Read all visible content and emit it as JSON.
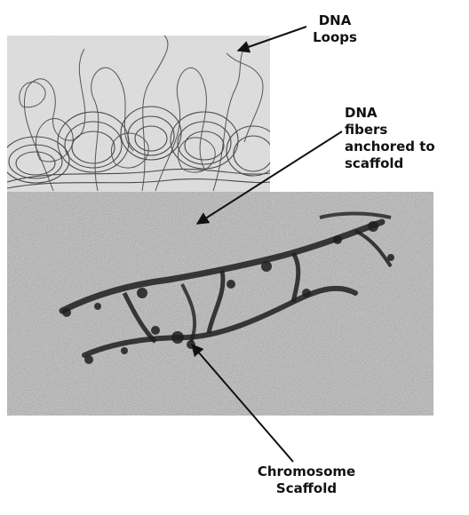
{
  "labels": {
    "dna_loops": [
      "DNA",
      "Loops"
    ],
    "fibers": [
      "DNA",
      "fibers",
      "anchored to",
      "scaffold"
    ],
    "scaffold": [
      "Chromosome",
      "Scaffold"
    ]
  },
  "colors": {
    "background": "#ffffff",
    "text": "#111111",
    "arrow": "#111111",
    "micrograph_top": "#d8d8d8",
    "micrograph_bottom": "#9a9a9a",
    "scaffold": "#1e1e1e"
  }
}
